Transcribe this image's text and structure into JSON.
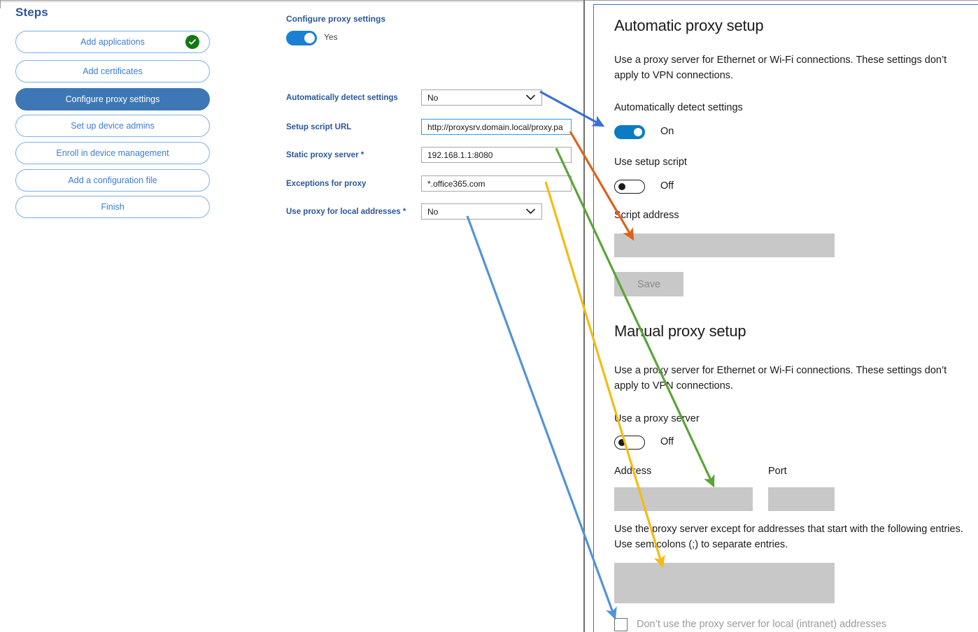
{
  "left_panel": {
    "title": "Steps",
    "steps": [
      {
        "label": "Add applications",
        "state": "completed",
        "icon": "check-circle-icon"
      },
      {
        "label": "Add certificates",
        "state": "default"
      },
      {
        "label": "Configure proxy settings",
        "state": "selected"
      },
      {
        "label": "Set up device admins",
        "state": "default"
      },
      {
        "label": "Enroll in device management",
        "state": "default"
      },
      {
        "label": "Add a configuration file",
        "state": "default"
      },
      {
        "label": "Finish",
        "state": "default"
      }
    ]
  },
  "form_panel": {
    "section_title": "Configure proxy settings",
    "master_toggle": {
      "value": "Yes",
      "on": true
    },
    "fields": [
      {
        "label": "Automatically detect settings",
        "required": false,
        "type": "select",
        "value": "No"
      },
      {
        "label": "Setup script URL",
        "required": false,
        "type": "text",
        "value": "http://proxysrv.domain.local/proxy.pa",
        "focused": true
      },
      {
        "label": "Static proxy server",
        "required": true,
        "type": "text",
        "value": "192.168.1.1:8080"
      },
      {
        "label": "Exceptions for proxy",
        "required": true,
        "type": "text",
        "value": "*.office365.com"
      },
      {
        "label": "Use proxy for local addresses",
        "required": true,
        "type": "select",
        "value": "No"
      }
    ]
  },
  "settings_panel": {
    "automatic": {
      "heading": "Automatic proxy setup",
      "description": "Use a proxy server for Ethernet or Wi-Fi connections. These settings don’t apply to VPN connections.",
      "auto_detect_label": "Automatically detect settings",
      "auto_detect_state": "On",
      "setup_script_label": "Use setup script",
      "setup_script_state": "Off",
      "script_address_label": "Script address",
      "script_address_value": "",
      "save_label": "Save"
    },
    "manual": {
      "heading": "Manual proxy setup",
      "description": "Use a proxy server for Ethernet or Wi-Fi connections. These settings don’t apply to VPN connections.",
      "use_proxy_label": "Use a proxy server",
      "use_proxy_state": "Off",
      "address_label": "Address",
      "address_value": "",
      "port_label": "Port",
      "port_value": "",
      "exceptions_description": "Use the proxy server except for addresses that start with the following entries. Use semicolons (;) to separate entries.",
      "exceptions_value": "",
      "bypass_local_label": "Don’t use the proxy server for local (intranet) addresses"
    }
  },
  "annotations": {
    "arrows": [
      {
        "name": "auto-detect-mapping",
        "color": "#3b6fd4",
        "from_field": "Automatically detect settings",
        "to_setting": "Automatically detect settings toggle"
      },
      {
        "name": "setup-script-mapping",
        "color": "#e1601a",
        "from_field": "Setup script URL",
        "to_setting": "Script address box"
      },
      {
        "name": "static-proxy-mapping",
        "color": "#5aa535",
        "from_field": "Static proxy server",
        "to_setting": "Address box"
      },
      {
        "name": "exceptions-mapping",
        "color": "#f5bb12",
        "from_field": "Exceptions for proxy",
        "to_setting": "Exceptions box"
      },
      {
        "name": "local-addresses-mapping",
        "color": "#5294d6",
        "from_field": "Use proxy for local addresses",
        "to_setting": "Don’t use the proxy server for local (intranet) addresses checkbox"
      }
    ]
  },
  "theme": {
    "accent_blue": "#2b579a",
    "step_blue": "#3d77b5",
    "toggle_on": "#1b7fd4",
    "win_toggle_on": "#0a7cc4",
    "check_green": "#127a12",
    "panel_border": "#3b6fd4"
  }
}
